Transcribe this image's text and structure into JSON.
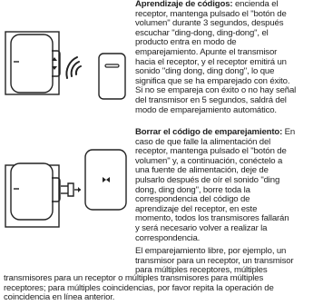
{
  "learning": {
    "heading": "Aprendizaje de códigos:",
    "body": " encienda el\nreceptor, mantenga pulsado el \"botón de\nvolumen\" durante 3 segundos, después\nescuchar \"ding-dong, ding-dong\", el\nproducto entra en modo de\nemparejamiento. Apunte el transmisor\nhacia el receptor, y el receptor emitirá un\nsonido \"ding dong, ding dong\", lo que\nsignifica que se ha emparejado con éxito.\nSi no se empareja con éxito o no hay señal\ndel transmisor en 5 segundos, saldrá del\nmodo de emparejamiento automático."
  },
  "erase": {
    "heading": "Borrar el código de emparejamiento:",
    "body": " En\ncaso de que falle la alimentación del\nreceptor, mantenga pulsado el \"botón de\nvolumen\" y, a continuación, conéctelo a\nuna fuente de alimentación, deje de\npulsarlo después de oír el sonido \"ding\ndong, ding dong\", borre toda la\ncorrespondencia del código de\naprendizaje del receptor, en este\nmomento, todos los transmisores fallarán\ny será necesario volver a realizar la\ncorrespondencia."
  },
  "free_pairing": {
    "intro": "El emparejamiento libre, por ejemplo, un\ntransmisor para un receptor, un transmisor\npara múltiples receptores, múltiples",
    "continuation": "transmisores para un receptor o múltiples transmisores para múltiples\nreceptores; para múltiples coincidencias, por favor repita la operación de\ncoincidencia en línea anterior."
  },
  "icons": [
    "wifi-signal-icon",
    "volume-button-icon",
    "plug-arrow-icon"
  ]
}
